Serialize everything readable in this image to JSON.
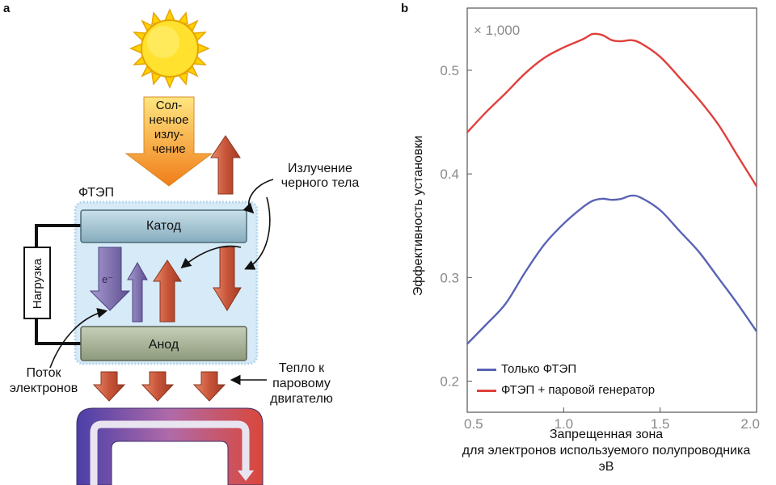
{
  "panel_a": {
    "letter": "a",
    "solar_label": [
      "Сол-",
      "нечное",
      "излу-",
      "чение"
    ],
    "blackbody_label": [
      "Излучение",
      "черного тела"
    ],
    "device_label": "ФТЭП",
    "cathode_label": "Катод",
    "anode_label": "Анод",
    "load_label": "Нагрузка",
    "electron_label": "e⁻",
    "electron_flow_label": [
      "Поток",
      "электронов"
    ],
    "heat_label": [
      "Тепло к",
      "паровому",
      "двигателю"
    ],
    "colors": {
      "sun": "#ffd200",
      "solar_arrow_top": "#ffe066",
      "solar_arrow_bottom": "#f07d1a",
      "red_arrow": "#c8553a",
      "purple_arrow": "#7a6aa8",
      "device_bg": "#d6eaf7",
      "cathode": "#9fc3d3",
      "anode": "#a9b59a"
    }
  },
  "panel_b": {
    "letter": "b",
    "annotation": "× 1,000"
  },
  "chart_data": {
    "type": "line",
    "xlabel_lines": [
      "Запрещенная зона",
      "для электронов используемого полупроводника",
      "эВ"
    ],
    "ylabel": "Эффективность установки",
    "xlim": [
      0.5,
      2.0
    ],
    "ylim": [
      0.17,
      0.56
    ],
    "xticks": [
      "0.5",
      "1.0",
      "1.5",
      "2.0"
    ],
    "yticks": [
      "0.2",
      "0.3",
      "0.4",
      "0.5"
    ],
    "legend_position": "bottom-left",
    "series": [
      {
        "name": "Только ФТЭП",
        "color": "#5a63b5",
        "x": [
          0.5,
          0.6,
          0.7,
          0.8,
          0.9,
          1.0,
          1.1,
          1.15,
          1.2,
          1.25,
          1.3,
          1.35,
          1.4,
          1.5,
          1.6,
          1.7,
          1.8,
          1.9,
          2.0
        ],
        "y": [
          0.236,
          0.255,
          0.275,
          0.305,
          0.332,
          0.352,
          0.368,
          0.374,
          0.376,
          0.375,
          0.376,
          0.379,
          0.377,
          0.365,
          0.345,
          0.325,
          0.3,
          0.275,
          0.248
        ]
      },
      {
        "name": "ФТЭП + паровой генератор",
        "color": "#e0403c",
        "x": [
          0.5,
          0.6,
          0.7,
          0.8,
          0.9,
          1.0,
          1.1,
          1.15,
          1.2,
          1.25,
          1.3,
          1.35,
          1.4,
          1.5,
          1.6,
          1.7,
          1.8,
          1.9,
          2.0
        ],
        "y": [
          0.44,
          0.46,
          0.478,
          0.497,
          0.512,
          0.522,
          0.53,
          0.535,
          0.534,
          0.529,
          0.528,
          0.529,
          0.526,
          0.513,
          0.493,
          0.472,
          0.448,
          0.418,
          0.388
        ]
      }
    ]
  }
}
